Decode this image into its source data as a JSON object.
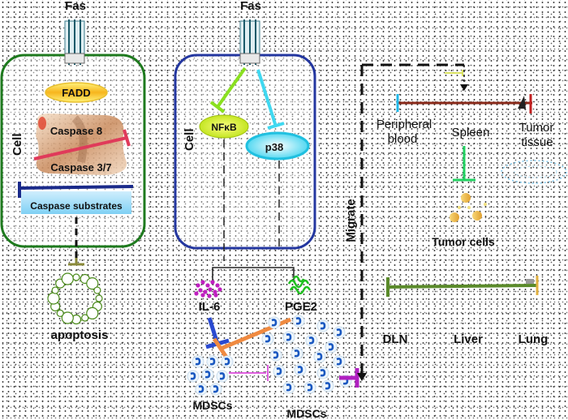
{
  "receptors": {
    "left": "Fas",
    "middle": "Fas"
  },
  "cell_labels": {
    "left": "Cell",
    "middle": "Cell"
  },
  "apoptosis_pathway": {
    "fadd": "FADD",
    "caspase8": "Caspase 8",
    "caspase37": "Caspase 3/7",
    "substrates": "Caspase substrates",
    "outcome": "apoptosis"
  },
  "signaling": {
    "nfkb": "NFκB",
    "p38": "p38",
    "il6": "IL-6",
    "pge2": "PGE2",
    "mdsc_left": "MDSCs",
    "mdsc_right": "MDSCs"
  },
  "migration": {
    "migrate_label": "Migrate",
    "peripheral_blood": [
      "Peripheral",
      "blood"
    ],
    "spleen": "Spleen",
    "tumor_tissue": [
      "Tumor",
      "tissue"
    ],
    "tumor_cells": "Tumor cells",
    "dln": "DLN",
    "liver": "Liver",
    "lung": "Lung"
  },
  "colors": {
    "left_cell_border": "#1e7a1e",
    "middle_cell_border": "#2437a0",
    "nfkb_fill": "#e8f020",
    "p38_fill": "#40d8f0",
    "il6": "#c020c0",
    "pge2": "#20c020",
    "mdsc_inhibit": "#d040d0",
    "migrate_bar": "#8a2a1a",
    "organ_bar": "#5a8a2a"
  }
}
